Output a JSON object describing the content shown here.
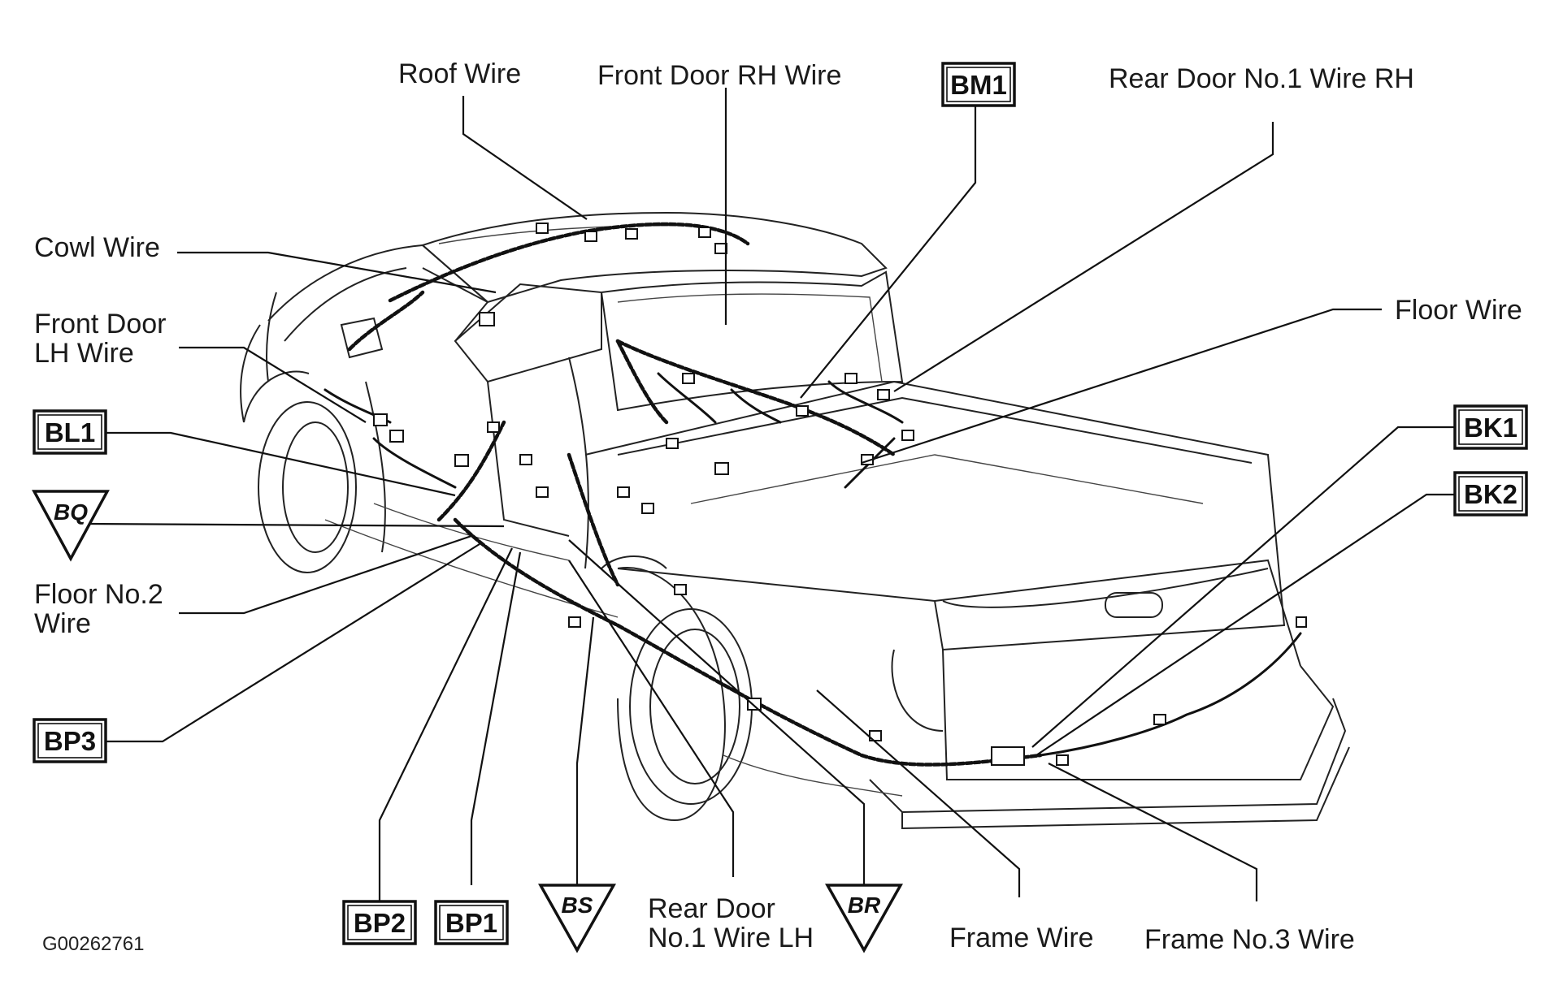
{
  "labels": {
    "roof_wire": "Roof Wire",
    "front_door_rh_wire": "Front Door RH Wire",
    "rear_door_no1_wire_rh": "Rear Door No.1 Wire RH",
    "cowl_wire": "Cowl Wire",
    "front_door_lh_wire_l1": "Front Door",
    "front_door_lh_wire_l2": "LH Wire",
    "floor_wire": "Floor Wire",
    "floor_no2_wire_l1": "Floor No.2",
    "floor_no2_wire_l2": "Wire",
    "rear_door_no1_wire_lh_l1": "Rear Door",
    "rear_door_no1_wire_lh_l2": "No.1 Wire LH",
    "frame_wire": "Frame Wire",
    "frame_no3_wire": "Frame No.3 Wire"
  },
  "box_codes": {
    "bm1": "BM1",
    "bl1": "BL1",
    "bk1": "BK1",
    "bk2": "BK2",
    "bp3": "BP3",
    "bp2": "BP2",
    "bp1": "BP1"
  },
  "triangle_codes": {
    "bq": "BQ",
    "bs": "BS",
    "br": "BR"
  },
  "figure_code": "G00262761",
  "colors": {
    "ink": "#111111",
    "paper": "#ffffff"
  }
}
